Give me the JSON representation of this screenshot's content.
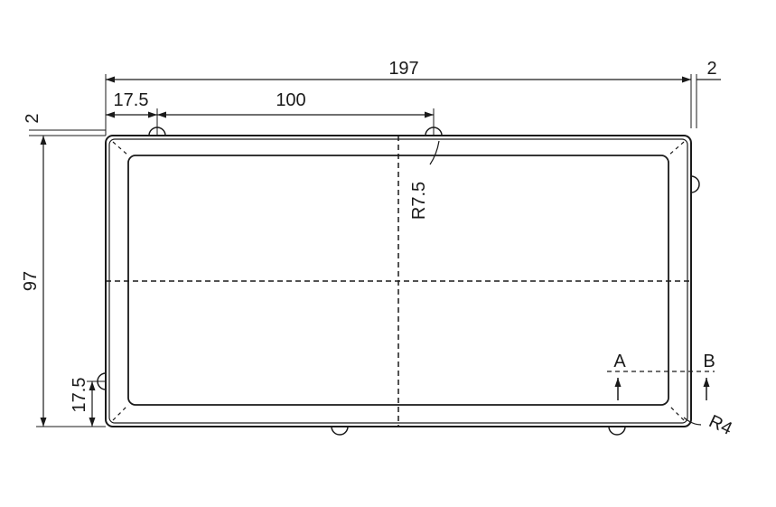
{
  "dimensions": {
    "overall_width": "197",
    "edge_offset_right": "2",
    "edge_offset_top": "2",
    "hole_offset_x": "17.5",
    "hole_spacing": "100",
    "overall_height": "97",
    "hole_offset_y": "17.5",
    "hole_radius": "R7.5",
    "corner_radius": "R4"
  },
  "section_labels": {
    "a": "A",
    "b": "B"
  }
}
